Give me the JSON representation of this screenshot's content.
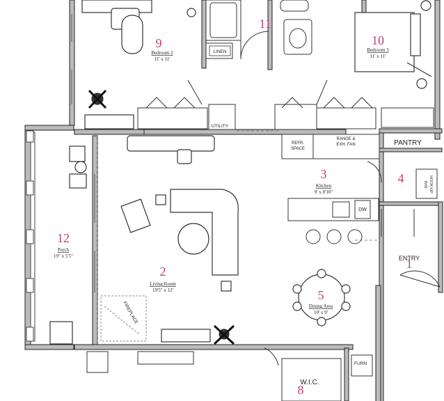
{
  "rooms": [
    {
      "num": "9",
      "name": "Bedroom 2",
      "size": "11' x 11'"
    },
    {
      "num": "10",
      "name": "Bedroom 3",
      "size": "11' x 11'"
    },
    {
      "num": "11",
      "name": "",
      "size": ""
    },
    {
      "num": "3",
      "name": "Kitchen",
      "size": "9' x 8'10\""
    },
    {
      "num": "4",
      "name": "",
      "size": ""
    },
    {
      "num": "12",
      "name": "Porch",
      "size": "19\" x 5'5\""
    },
    {
      "num": "2",
      "name": "Living Room",
      "size": "19'5\" x 12'"
    },
    {
      "num": "5",
      "name": "Dining Area",
      "size": "10' x 9'"
    },
    {
      "num": "1",
      "name": "",
      "size": ""
    },
    {
      "num": "8",
      "name": "",
      "size": ""
    }
  ],
  "labels": {
    "linen": "LINEN",
    "utility": "UTILITY",
    "refr": "REFR.",
    "space": "SPACE",
    "range1": "RANGE &",
    "range2": "EXH. FAN",
    "pantry": "PANTRY",
    "wd1": "W/D",
    "wd2": "HOOK-UP",
    "dw": "DW",
    "entry": "ENTRY",
    "fireplace": "FIREPLACE",
    "wic": "W.I.C.",
    "furn": "FURN"
  }
}
